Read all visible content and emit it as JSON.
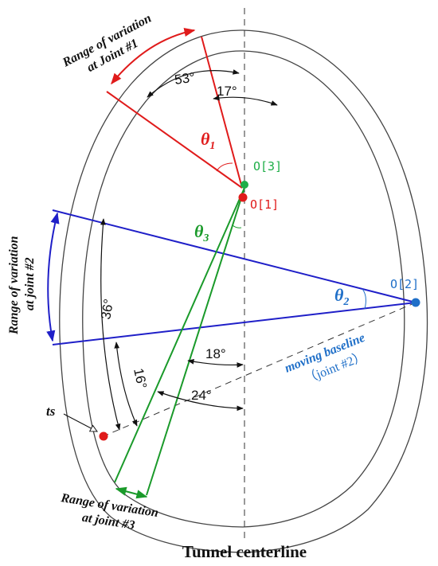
{
  "colors": {
    "red": "#e01b1b",
    "blue": "#1f1fc8",
    "green": "#1a9a2a",
    "point_blue": "#1f6fc8",
    "point_green": "#1fae48",
    "ink": "#111111",
    "lining": "#444444"
  },
  "labels": {
    "joint1_range": [
      "Range of variation",
      "at Joint #1"
    ],
    "joint2_range": [
      "Range of variation",
      "at joint #2"
    ],
    "joint3_range": [
      "Range of variation",
      "at joint #3"
    ],
    "moving_baseline": [
      "moving baseline",
      "（joint #2）"
    ],
    "ts": "ts",
    "title": "Tunnel centerline"
  },
  "points": {
    "o3": "O[3]",
    "o1": "O[1]",
    "o2": "O[2]"
  },
  "thetas": {
    "t1": "θ",
    "t1_sub": "1",
    "t2": "θ",
    "t2_sub": "2",
    "t3": "θ",
    "t3_sub": "3"
  },
  "angles": {
    "a53": "53°",
    "a17": "17°",
    "a36": "36°",
    "a16": "16°",
    "a18": "18°",
    "a24": "24°"
  }
}
